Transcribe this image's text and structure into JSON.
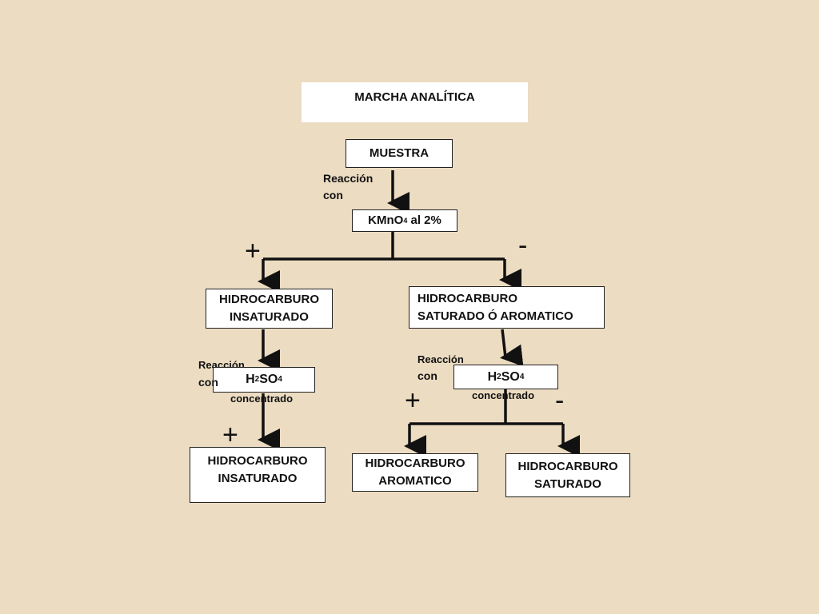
{
  "title": "MARCHA ANALÍTICA",
  "nodes": {
    "muestra": "MUESTRA",
    "kmno4": {
      "base": "KMnO",
      "sub": "4",
      "rest": " al 2%"
    },
    "insaturado_1": [
      "HIDROCARBURO",
      "INSATURADO"
    ],
    "saturado_aromatico": [
      "HIDROCARBURO",
      "SATURADO Ó AROMATICO"
    ],
    "h2so4": {
      "h": "H",
      "sub2": "2",
      "so": "SO",
      "sub4": "4"
    },
    "insaturado_2": [
      "HIDROCARBURO",
      "INSATURADO"
    ],
    "aromatico": [
      "HIDROCARBURO",
      "AROMATICO"
    ],
    "saturado": [
      "HIDROCARBURO",
      "SATURADO"
    ]
  },
  "labels": {
    "reaccion": "Reacción",
    "con": "con",
    "concentrado": "concentrado"
  },
  "signs": {
    "plus": "+",
    "minus": "-"
  },
  "colors": {
    "background": "#ecdcc2",
    "box": "#ffffff",
    "line": "#111111"
  }
}
